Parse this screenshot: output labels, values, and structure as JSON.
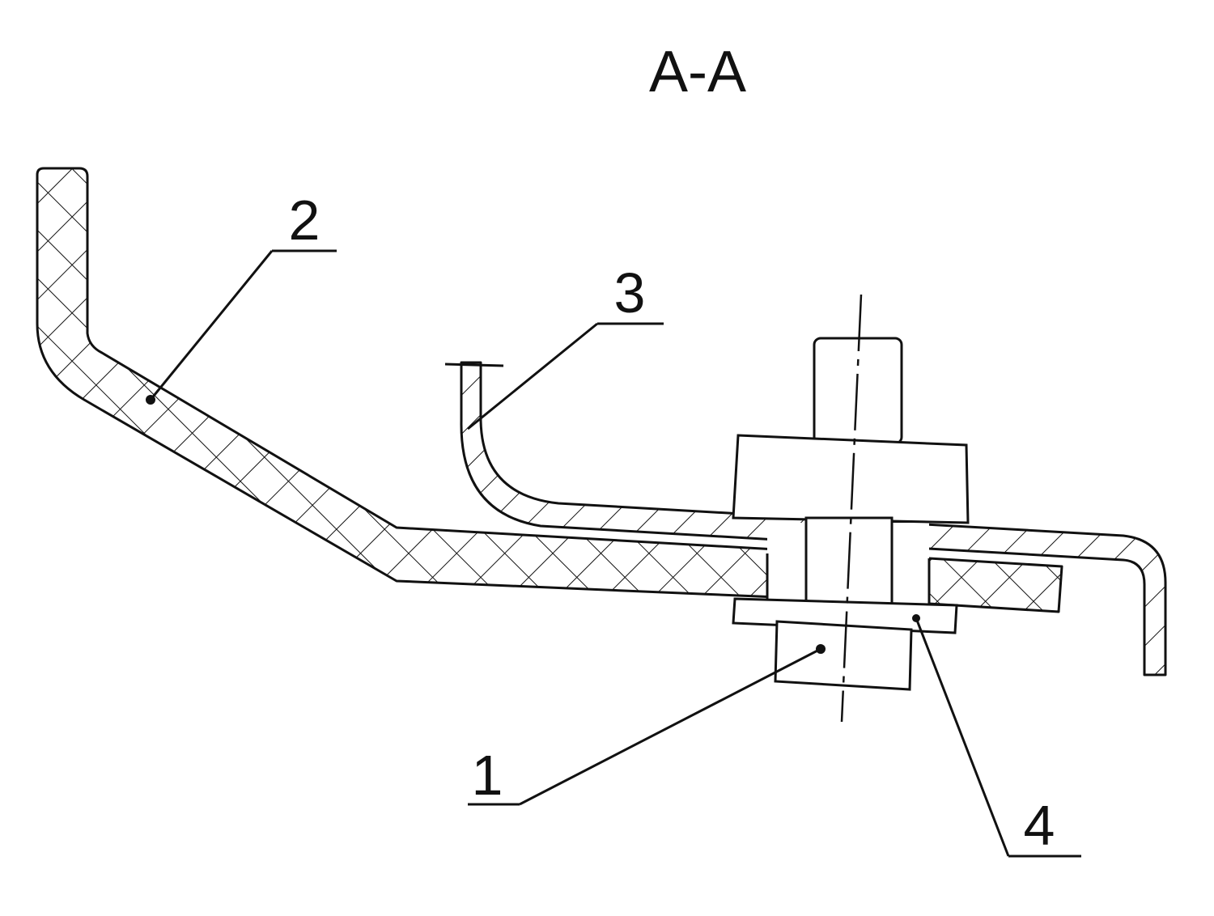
{
  "title": "A-A",
  "colors": {
    "ink": "#111111",
    "background": "#ffffff"
  },
  "callouts": [
    {
      "id": "1",
      "label": "1"
    },
    {
      "id": "2",
      "label": "2"
    },
    {
      "id": "3",
      "label": "3"
    },
    {
      "id": "4",
      "label": "4"
    }
  ]
}
